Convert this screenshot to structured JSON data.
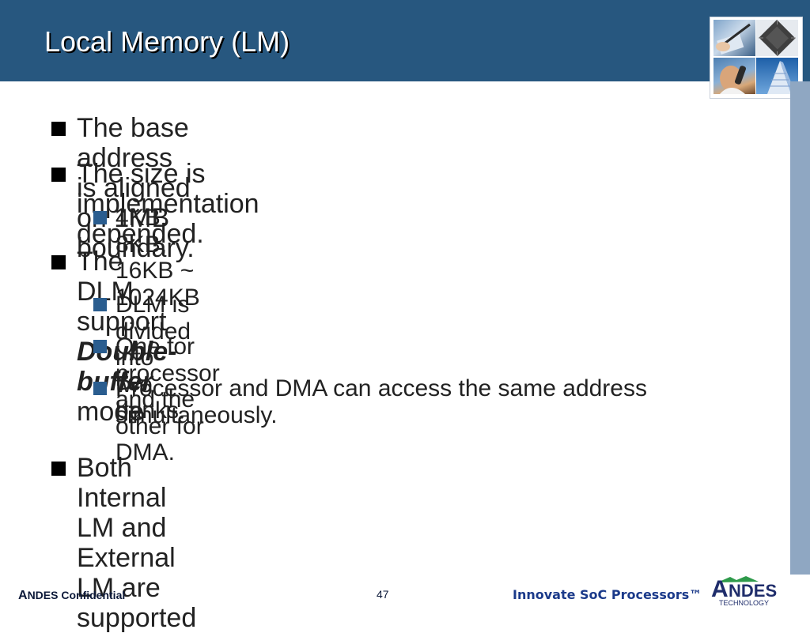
{
  "slide": {
    "title": "Local Memory (LM)",
    "bullets": {
      "b1": "The base address is aligned on 1MB boundary.",
      "b2": "The size is implementation depended.",
      "b2_1": "4KB, 8KB, 16KB ~ 1024KB",
      "b3_pre": "The DLM support ",
      "b3_em": "Double-buffer",
      "b3_post": " mode",
      "b3_1": "DLM is divided into two banks.",
      "b3_2": "One for processor and the other for DMA.",
      "b3_3": "Processor and DMA can access the same address simultaneously.",
      "b4": "Both Internal LM and External LM are supported"
    }
  },
  "footer": {
    "brand_big": "A",
    "brand_rest": "NDES",
    "confidential": "Confidential",
    "page_number": "47",
    "tagline": "Innovate SoC Processors™",
    "logo_word": "NDES",
    "logo_letter": "A",
    "logo_sub": "TECHNOLOGY"
  },
  "colors": {
    "header": "#27577f",
    "side_bar": "#8fa7c2",
    "sub_bullet": "#2a5d8f",
    "logo_green": "#2e9a4a"
  },
  "icons": [
    "square-bullet-icon",
    "chip-thumbnail",
    "pen-thumbnail",
    "phone-thumbnail",
    "building-thumbnail"
  ]
}
